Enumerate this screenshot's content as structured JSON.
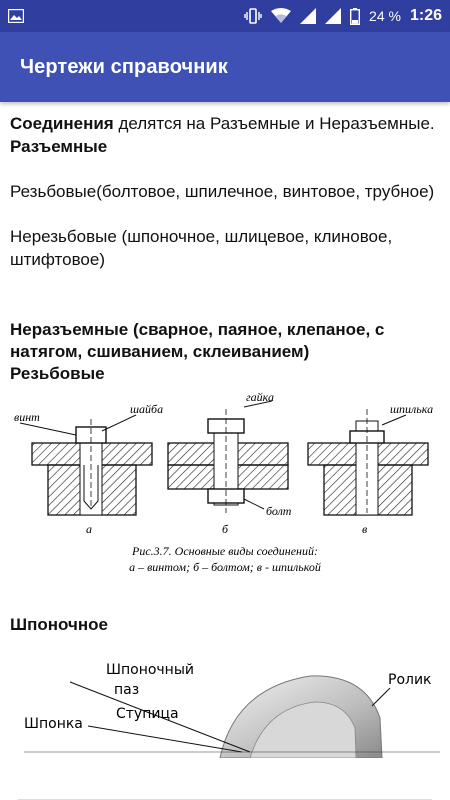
{
  "status": {
    "battery_text": "24 %",
    "time": "1:26"
  },
  "appbar": {
    "title": "Чертежи справочник"
  },
  "content": {
    "p1_bold": "Соединения",
    "p1_text": " делятся на Разъемные и Неразъемные. ",
    "p1_bold2": "Разъемные",
    "p2": "Резьбовые(болтовое, шпилечное, винтовое, трубное)",
    "p3": "Нерезьбовые (шпоночное, шлицевое, клиновое, штифтовое)",
    "h_nonsep": "Неразъемные (сварное, паяное, клепаное, с натягом, сшиванием, склеиванием)",
    "h_threaded": "Резьбовые",
    "h_key": "Шпоночное"
  },
  "figure1": {
    "labels": {
      "vint": "винт",
      "shayba": "шайба",
      "gayka": "гайка",
      "shpilka": "шпилька",
      "bolt": "болт",
      "a": "а",
      "b": "б",
      "v": "в"
    },
    "caption_line1": "Рис.3.7. Основные виды соединений:",
    "caption_line2": "а – винтом; б – болтом; в - шпилькой"
  },
  "figure2": {
    "labels": {
      "shponochny": "Шпоночный",
      "paz": "паз",
      "stupica": "Ступица",
      "shponka": "Шпонка",
      "rolik": "Ролик"
    }
  }
}
